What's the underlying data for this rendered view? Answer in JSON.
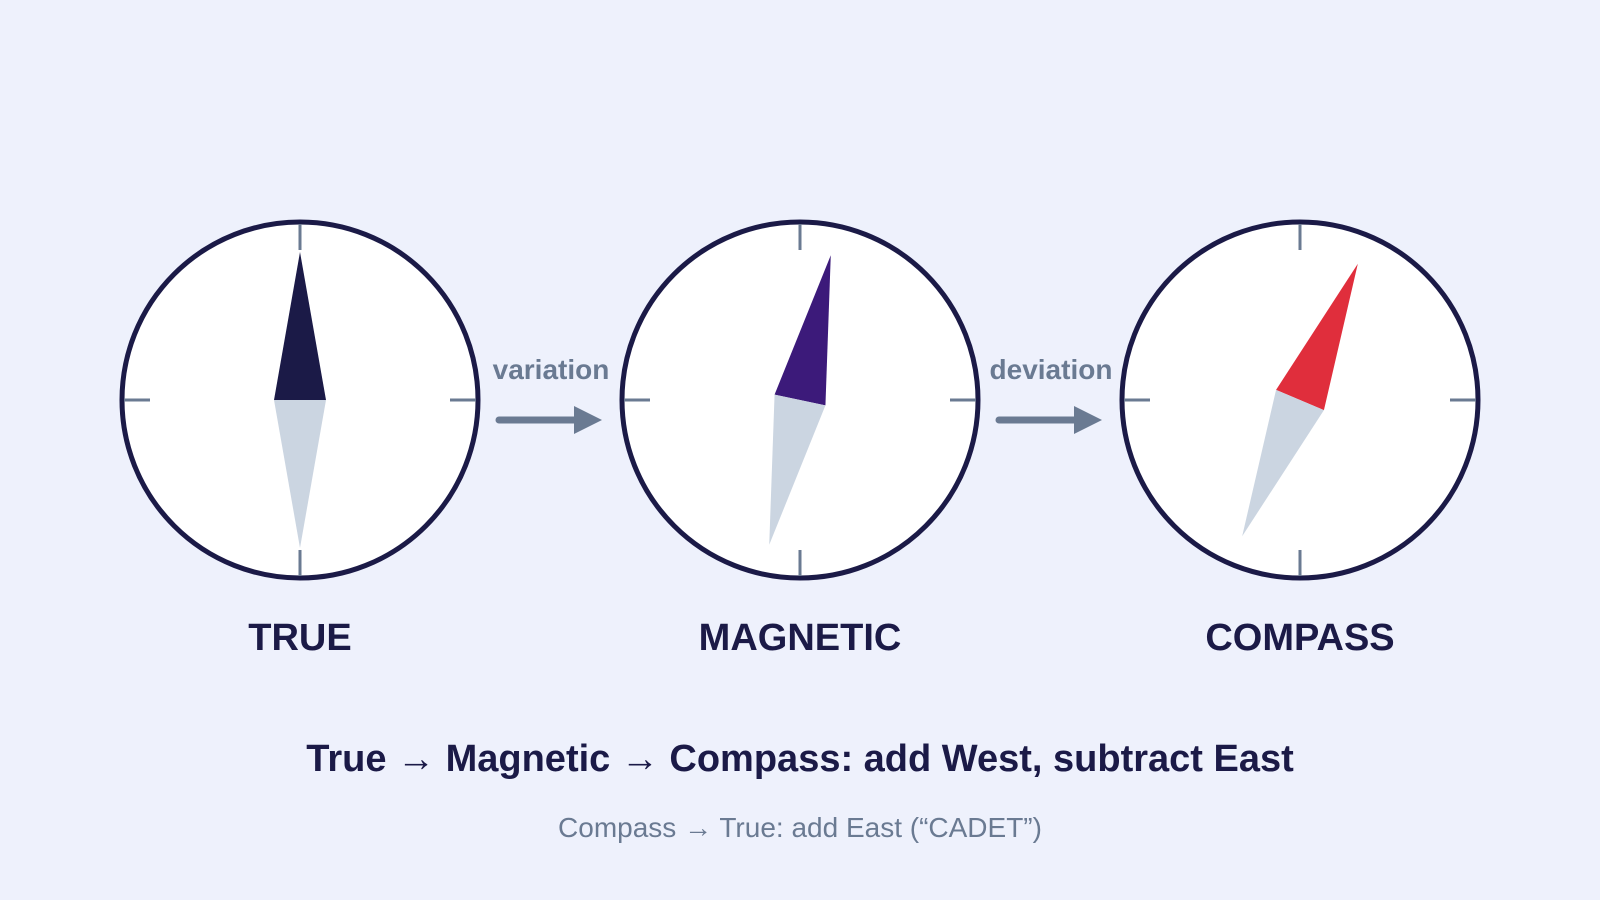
{
  "dials": [
    {
      "label": "TRUE",
      "needle_angle_deg": 0,
      "needle_color": "#1b1a47"
    },
    {
      "label": "MAGNETIC",
      "needle_angle_deg": 12,
      "needle_color": "#3c1a7a"
    },
    {
      "label": "COMPASS",
      "needle_angle_deg": 23,
      "needle_color": "#e02e3c"
    }
  ],
  "arrows": [
    {
      "label": "variation"
    },
    {
      "label": "deviation"
    }
  ],
  "rule": {
    "main": "True → Magnetic → Compass: add West, subtract East",
    "sub": "Compass → True: add East (“CADET”)"
  },
  "colors": {
    "background": "#eef1fc",
    "dial_face": "#ffffff",
    "dial_ring": "#1b1a47",
    "tick": "#6a7a92",
    "needle_tail": "#cbd5e1",
    "arrow": "#6a7a92"
  }
}
